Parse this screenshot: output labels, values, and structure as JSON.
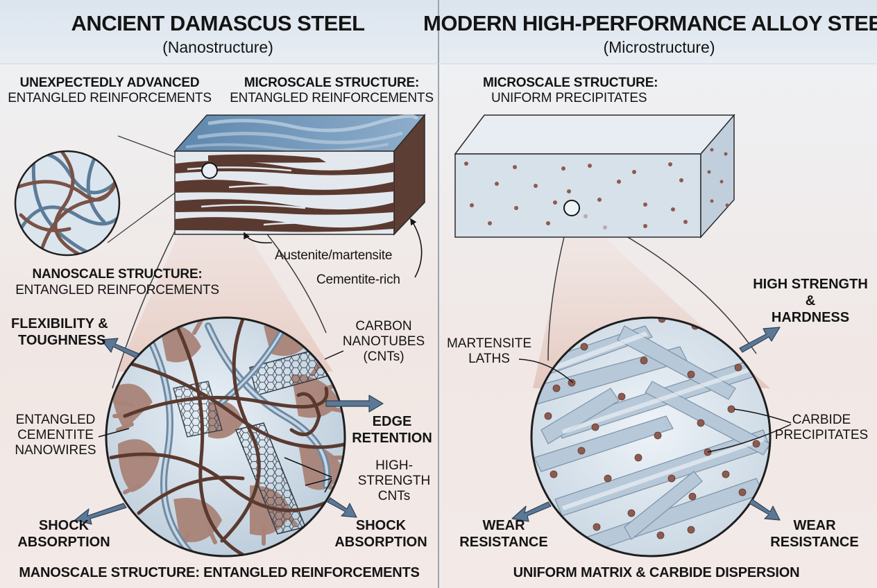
{
  "left": {
    "title": "ANCIENT DAMASCUS STEEL",
    "subtitle": "(Nanostructure)",
    "inset_heading_1": "UNEXPECTEDLY ADVANCED",
    "inset_heading_2": "ENTANGLED REINFORCEMENTS",
    "micro_heading_1": "MICROSCALE STRUCTURE:",
    "micro_heading_2": "ENTANGLED REINFORCEMENTS",
    "label_austenite": "Austenite/martensite",
    "label_cementite_rich": "Cementite-rich",
    "nano_heading_1": "NANOSCALE STRUCTURE:",
    "nano_heading_2": "ENTANGLED REINFORCEMENTS",
    "flex_1": "FLEXIBILITY &",
    "flex_2": "TOUGHNESS",
    "cnt_1": "CARBON",
    "cnt_2": "NANOTUBES",
    "cnt_3": "(CNTs)",
    "edge_1": "EDGE",
    "edge_2": "RETENTION",
    "nanowire_1": "ENTANGLED",
    "nanowire_2": "CEMENTITE",
    "nanowire_3": "NANOWIRES",
    "hs_1": "HIGH-",
    "hs_2": "STRENGTH",
    "hs_3": "CNTs",
    "shock_left_1": "SHOCK",
    "shock_left_2": "ABSORPTION",
    "shock_right_1": "SHOCK",
    "shock_right_2": "ABSORPTION",
    "footer": "MANOSCALE STRUCTURE: ENTANGLED REINFORCEMENTS"
  },
  "right": {
    "title": "MODERN HIGH-PERFORMANCE ALLOY STEEL",
    "subtitle": "(Microstructure)",
    "micro_heading_1": "MICROSCALE STRUCTURE:",
    "micro_heading_2": "UNIFORM PRECIPITATES",
    "strength_1": "HIGH STRENGTH",
    "strength_2": "&",
    "strength_3": "HARDNESS",
    "laths_1": "MARTENSITE",
    "laths_2": "LATHS",
    "carbide_1": "CARBIDE",
    "carbide_2": "PRECIPITATES",
    "wear_left_1": "WEAR",
    "wear_left_2": "RESISTANCE",
    "wear_right_1": "WEAR",
    "wear_right_2": "RESISTANCE",
    "footer": "UNIFORM MATRIX & CARBIDE DISPERSION"
  },
  "colors": {
    "steel_blue": "#4f7596",
    "fiber_brown": "#6e4a3e",
    "cementite": "#a98378",
    "matrix": "#d9e3ec",
    "precipitate": "#8e5a4f",
    "arrow": "#5b7896"
  }
}
